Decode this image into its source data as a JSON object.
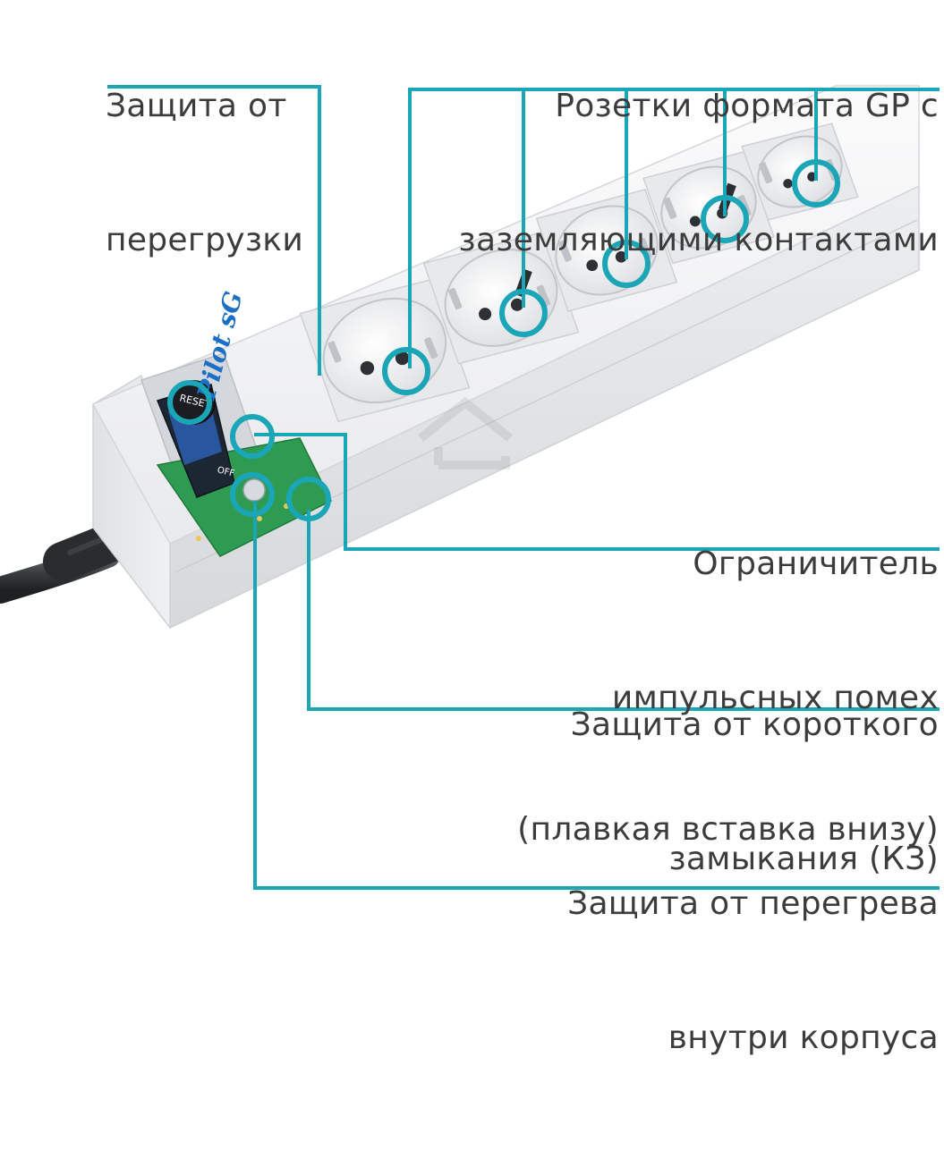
{
  "labels": {
    "overload": {
      "line1": "Защита от",
      "line2": "перегрузки"
    },
    "sockets": {
      "line1": "Розетки формата GP с",
      "line2": "заземляющими контактами"
    },
    "surge": {
      "line1": "Ограничитель",
      "line2": "импульсных помех"
    },
    "short_circuit": {
      "line1": "Защита от короткого",
      "line2": "замыкания (КЗ)",
      "note": "(плавкая вставка внизу)"
    },
    "overheat": {
      "line1": "Защита от перегрева",
      "line2": "внутри корпуса"
    }
  },
  "device": {
    "brand": "Pilot sG",
    "reset_label": "RESET",
    "off_label": "OFF"
  },
  "colors": {
    "accent": "#1aa6b7",
    "text": "#3c3c3c",
    "body": "#f2f3f5",
    "board": "#2e9a52"
  }
}
